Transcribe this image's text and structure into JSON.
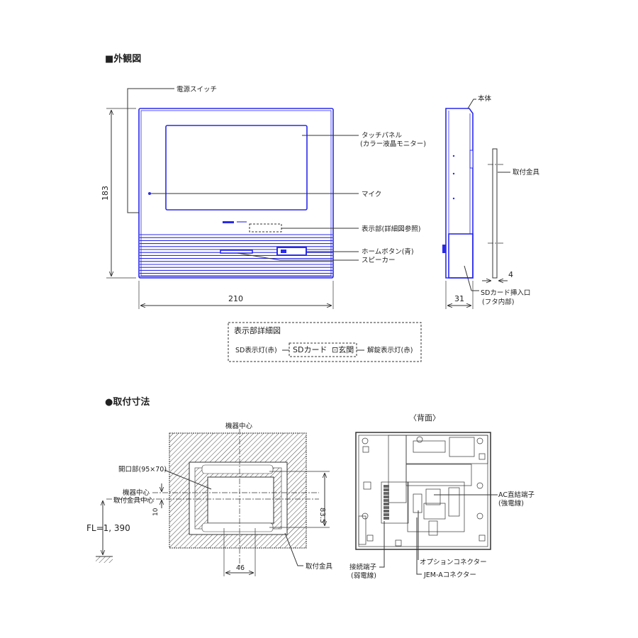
{
  "sections": {
    "exterior_title": "■外観図",
    "mounting_title": "●取付寸法",
    "rear_title": "〈背面〉"
  },
  "front": {
    "power_switch": "電源スイッチ",
    "touch_panel": "タッチパネル",
    "touch_panel_sub": "(カラー液晶モニター)",
    "mic": "マイク",
    "display": "表示部(詳細図参照)",
    "home_button": "ホームボタン(青)",
    "speaker": "スピーカー",
    "height_dim": "183",
    "width_dim": "210"
  },
  "side": {
    "body": "本体",
    "bracket": "取付金具",
    "depth_dim": "31",
    "bracket_dim": "4",
    "sd_slot": "SDカード挿入口",
    "sd_slot_sub": "(フタ内部)"
  },
  "display_detail": {
    "title": "表示部詳細図",
    "sd_lamp": "SD表示灯(赤)",
    "sd_card": "SDカード",
    "entrance": "⊡玄関",
    "unlock_lamp": "解錠表示灯(赤)"
  },
  "mounting": {
    "device_center_top": "機器中心",
    "opening": "開口部(95×70)",
    "device_center": "機器中心",
    "bracket_center": "取付金具中心",
    "offset_dim": "10",
    "height_dim": "83.5",
    "floor_level": "FL=1, 390",
    "spacing_dim": "46",
    "bracket": "取付金具"
  },
  "rear": {
    "ac_terminal": "AC直結端子",
    "ac_terminal_sub": "(強電線)",
    "terminal": "接続端子",
    "terminal_sub": "(弱電線)",
    "option_connector": "オプションコネクター",
    "jema_connector": "JEM-Aコネクター"
  },
  "colors": {
    "outline": "#2a2ae8",
    "line": "#333333"
  }
}
